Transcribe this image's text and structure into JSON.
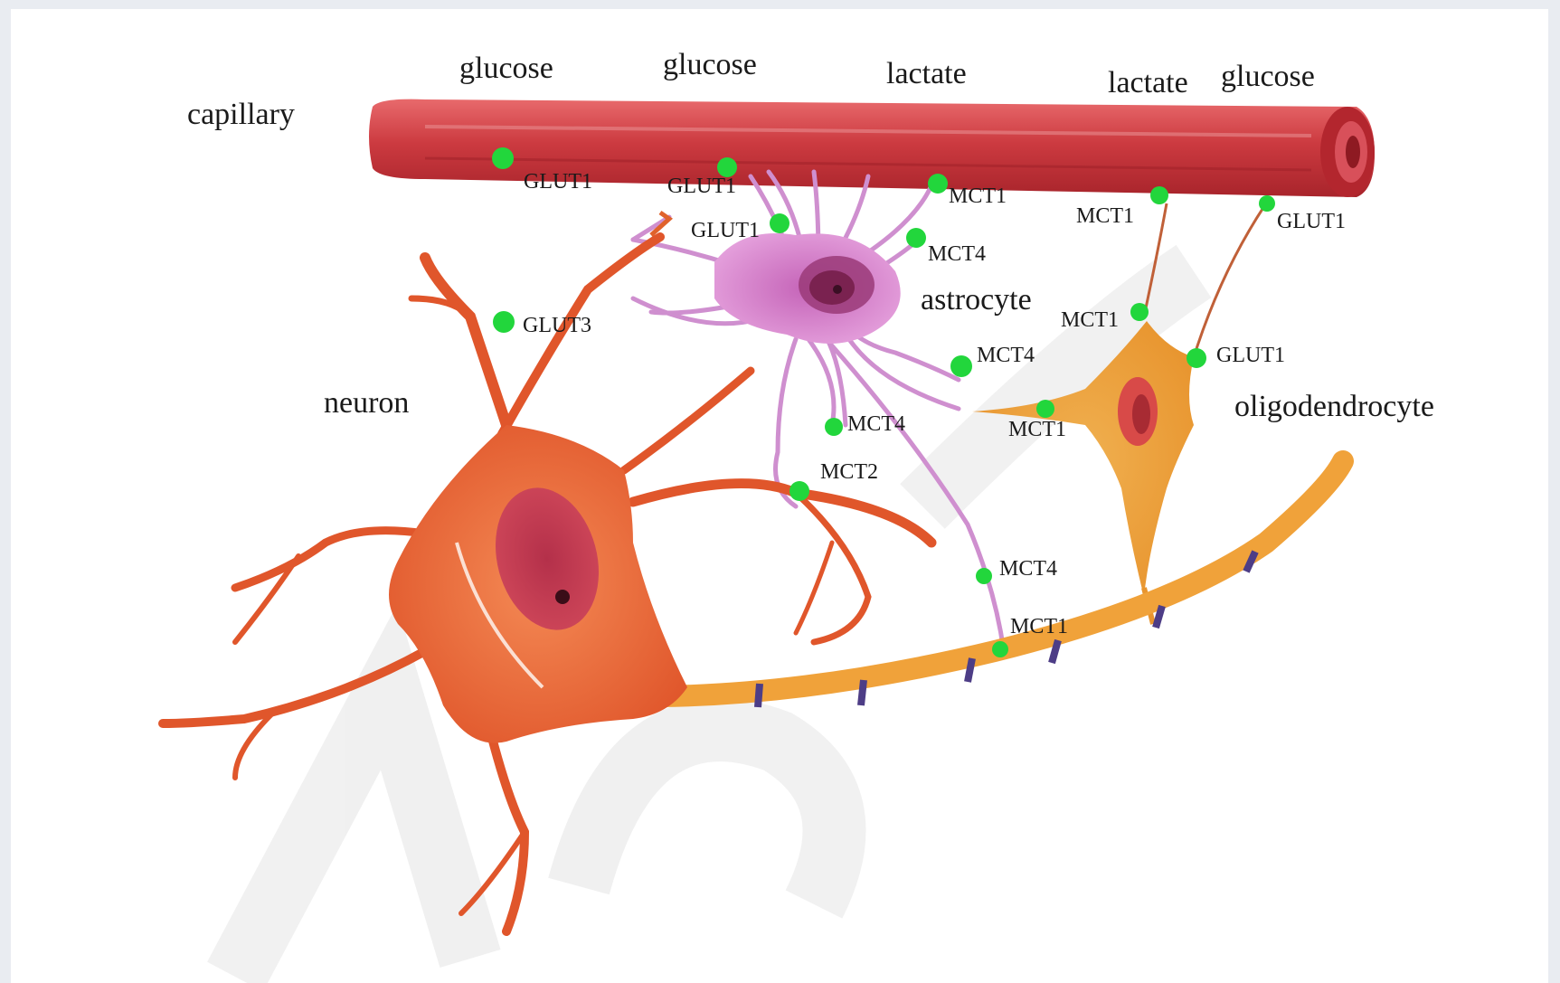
{
  "colors": {
    "background": "#e9ecf1",
    "canvas": "#ffffff",
    "capillary": "#c9343a",
    "neuron": "#ee6a3a",
    "astrocyte": "#d98ad0",
    "oligodendrocyte": "#efa640",
    "axon": "#f0a23a",
    "node": "#4d3d86",
    "transporter": "#22d63c",
    "watermark": "#ececec"
  },
  "labels": {
    "capillary": "capillary",
    "neuron": "neuron",
    "astrocyte": "astrocyte",
    "oligodendrocyte": "oligodendrocyte",
    "glucose_1": "glucose",
    "glucose_2": "glucose",
    "lactate_1": "lactate",
    "lactate_2": "lactate",
    "glucose_3": "glucose"
  },
  "transporters": {
    "cap_glut1_a": "GLUT1",
    "cap_glut1_b": "GLUT1",
    "cap_mct1_a": "MCT1",
    "cap_mct1_b": "MCT1",
    "cap_glut1_c": "GLUT1",
    "astro_glut1": "GLUT1",
    "astro_mct4_a": "MCT4",
    "neuron_glut3": "GLUT3",
    "oligo_mct1_top": "MCT1",
    "oligo_glut1": "GLUT1",
    "astro_mct4_b": "MCT4",
    "oligo_mct1_left": "MCT1",
    "astro_mct4_c": "MCT4",
    "neuron_mct2": "MCT2",
    "astro_mct4_d": "MCT4",
    "axon_mct1": "MCT1"
  },
  "icons": {
    "transporter_marker": "green-dot"
  }
}
